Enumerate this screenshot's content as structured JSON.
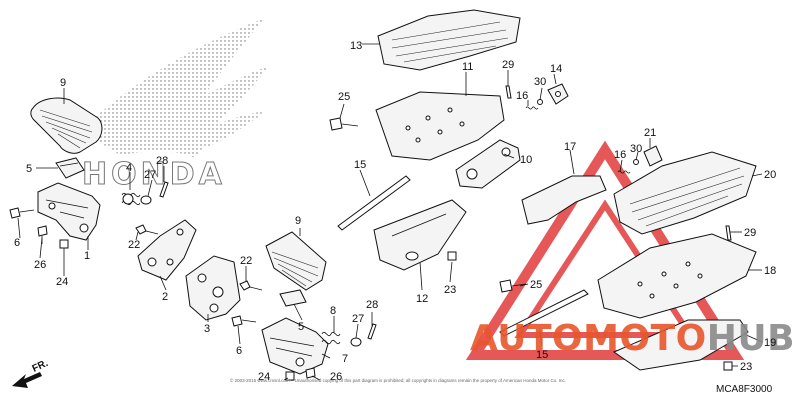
{
  "diagram_code": "MCA8F3000",
  "brand_logo_text": "HONDA",
  "watermark": {
    "text_primary": "AUTOMOTO",
    "text_secondary": "HUB",
    "color_primary": "#e8562a",
    "color_secondary": "#8a8a8a",
    "triangle_color": "#e23a3a"
  },
  "direction_label": "FR.",
  "copyright": "© 2003-2015 www.cmsnl.com – Unauthorised copying of this part diagram is prohibited; all copyrights in diagrams remain the property of American Honda Motor Co. Inc.",
  "callouts": [
    {
      "id": "c1",
      "label": "1"
    },
    {
      "id": "c2",
      "label": "2"
    },
    {
      "id": "c3",
      "label": "3"
    },
    {
      "id": "c4",
      "label": "4"
    },
    {
      "id": "c5a",
      "label": "5"
    },
    {
      "id": "c5b",
      "label": "5"
    },
    {
      "id": "c6a",
      "label": "6"
    },
    {
      "id": "c6b",
      "label": "6"
    },
    {
      "id": "c7",
      "label": "7"
    },
    {
      "id": "c8",
      "label": "8"
    },
    {
      "id": "c9a",
      "label": "9"
    },
    {
      "id": "c9b",
      "label": "9"
    },
    {
      "id": "c10",
      "label": "10"
    },
    {
      "id": "c11",
      "label": "11"
    },
    {
      "id": "c12",
      "label": "12"
    },
    {
      "id": "c13",
      "label": "13"
    },
    {
      "id": "c14",
      "label": "14"
    },
    {
      "id": "c15a",
      "label": "15"
    },
    {
      "id": "c15b",
      "label": "15"
    },
    {
      "id": "c16a",
      "label": "16"
    },
    {
      "id": "c16b",
      "label": "16"
    },
    {
      "id": "c17",
      "label": "17"
    },
    {
      "id": "c18",
      "label": "18"
    },
    {
      "id": "c19",
      "label": "19"
    },
    {
      "id": "c20",
      "label": "20"
    },
    {
      "id": "c21",
      "label": "21"
    },
    {
      "id": "c22a",
      "label": "22"
    },
    {
      "id": "c22b",
      "label": "22"
    },
    {
      "id": "c23a",
      "label": "23"
    },
    {
      "id": "c23b",
      "label": "23"
    },
    {
      "id": "c24a",
      "label": "24"
    },
    {
      "id": "c24b",
      "label": "24"
    },
    {
      "id": "c25a",
      "label": "25"
    },
    {
      "id": "c25b",
      "label": "25"
    },
    {
      "id": "c26a",
      "label": "26"
    },
    {
      "id": "c26b",
      "label": "26"
    },
    {
      "id": "c27a",
      "label": "27"
    },
    {
      "id": "c27b",
      "label": "27"
    },
    {
      "id": "c28a",
      "label": "28"
    },
    {
      "id": "c28b",
      "label": "28"
    },
    {
      "id": "c29a",
      "label": "29"
    },
    {
      "id": "c29b",
      "label": "29"
    },
    {
      "id": "c30a",
      "label": "30"
    },
    {
      "id": "c30b",
      "label": "30"
    }
  ]
}
